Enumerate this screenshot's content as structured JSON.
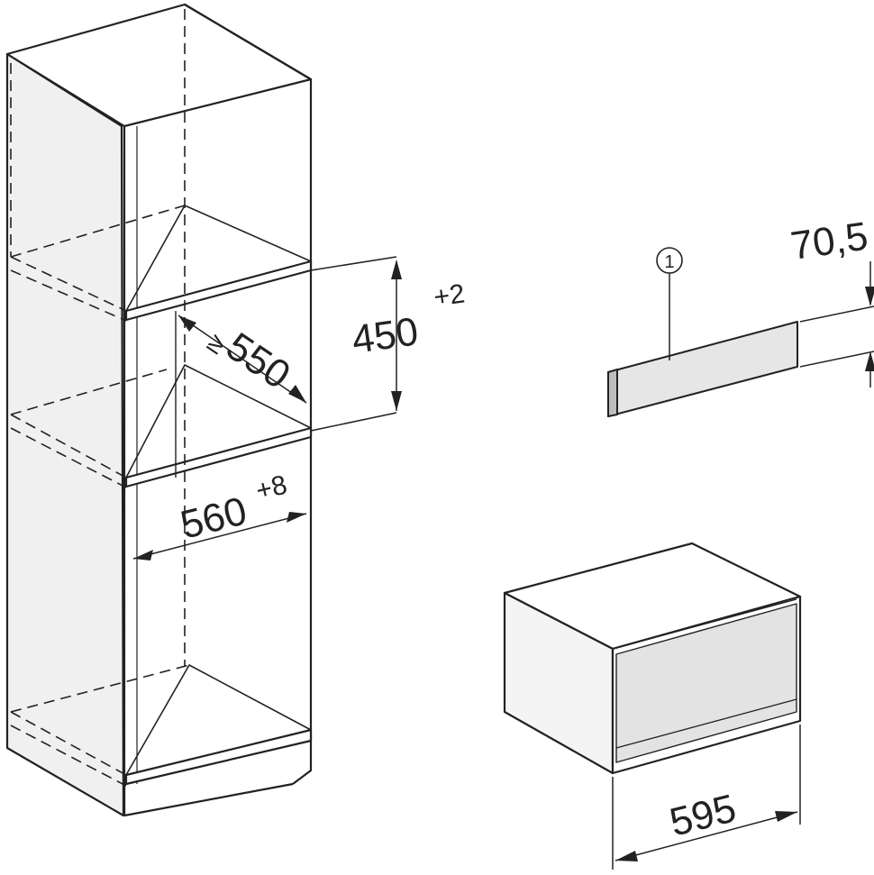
{
  "dimensions": {
    "niche_height": {
      "value": "450",
      "tolerance": "+2"
    },
    "niche_depth": {
      "prefix": "≥",
      "value": "550"
    },
    "niche_width": {
      "value": "560",
      "tolerance": "+8"
    },
    "appliance_width": {
      "value": "595"
    },
    "panel_height": {
      "value": "70,5"
    }
  },
  "callouts": [
    {
      "number": "1"
    }
  ],
  "colors": {
    "line": "#222222",
    "panel_fill": "#e3e3e3",
    "side_fill": "#eeeeee",
    "shade_fill": "#f3f3f3"
  }
}
